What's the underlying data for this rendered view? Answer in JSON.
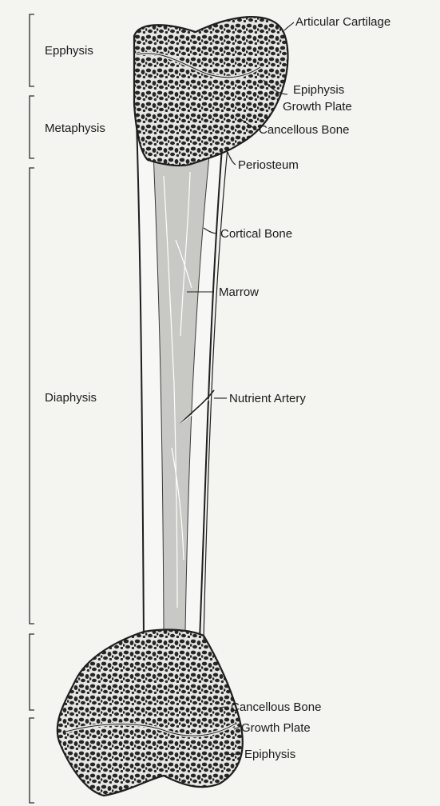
{
  "diagram": {
    "regions": {
      "epiphysis_top": "Epphysis",
      "metaphysis": "Metaphysis",
      "diaphysis": "Diaphysis"
    },
    "callouts": {
      "articular_cartilage": "Articular Cartilage",
      "epiphysis_growth_plate_line1": "Epiphysis",
      "epiphysis_growth_plate_line2": "Growth Plate",
      "cancellous_bone_top": "Cancellous Bone",
      "periosteum": "Periosteum",
      "cortical_bone": "Cortical Bone",
      "marrow": "Marrow",
      "nutrient_artery": "Nutrient Artery",
      "cancellous_bone_bottom": "Cancellous Bone",
      "growth_plate_bottom": "Growth Plate",
      "epiphysis_bottom": "Epiphysis"
    },
    "colors": {
      "bone_outline": "#1e1e1e",
      "cancellous_fill": "#3a3a3a",
      "shaft_fill": "#f7f7f5",
      "marrow_fill": "#c8c8c4",
      "text": "#1a1a1a"
    }
  }
}
